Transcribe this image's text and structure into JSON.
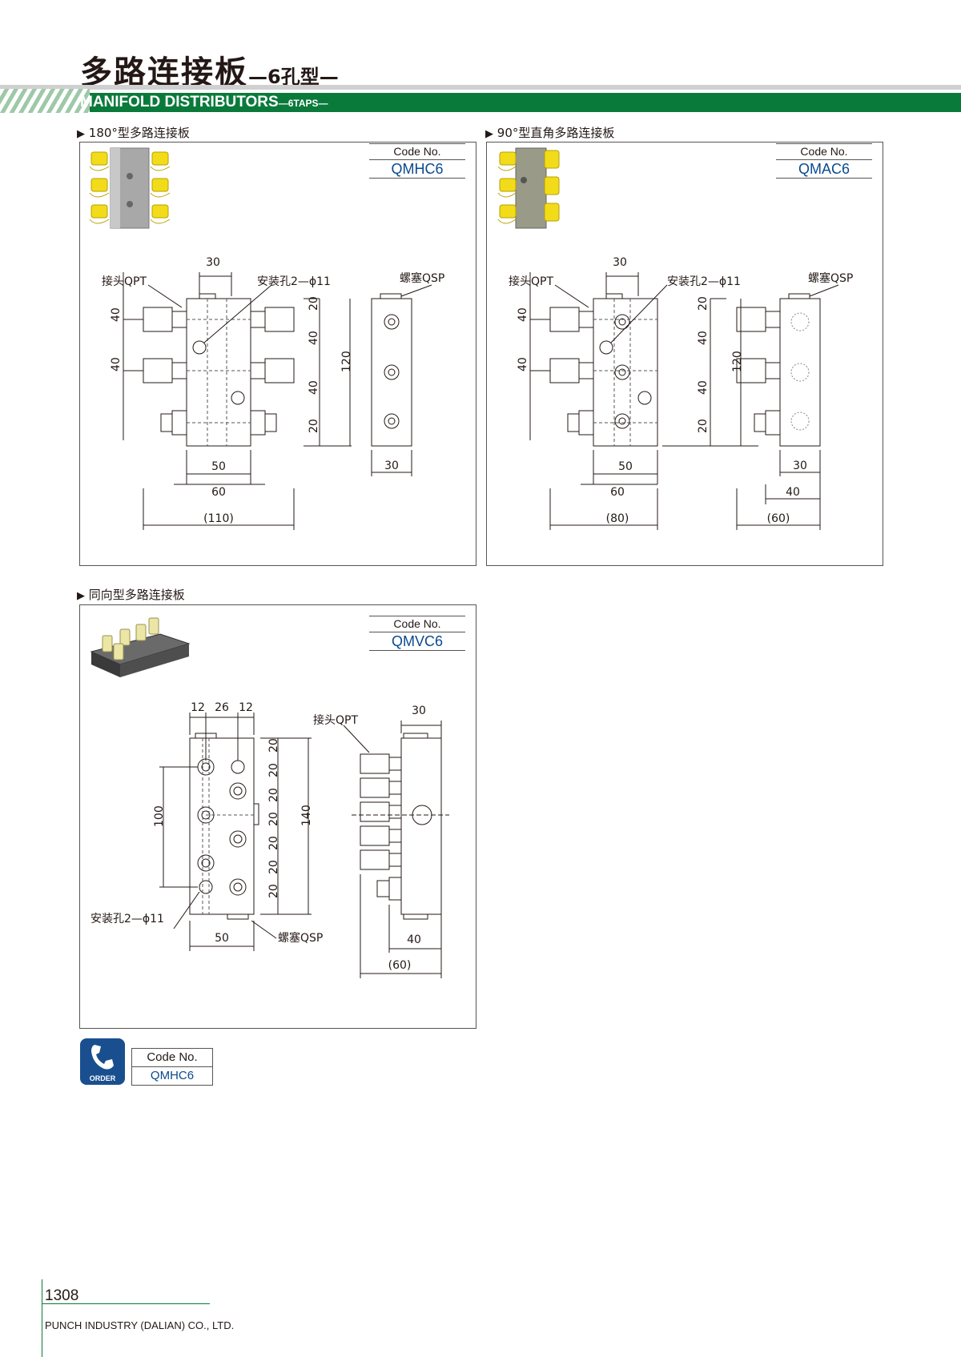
{
  "header": {
    "title_cn": "多路连接板",
    "title_cn_suffix": "—6孔型—",
    "title_en": "MANIFOLD DISTRIBUTORS",
    "title_en_suffix": "—6TAPS—"
  },
  "code_label": "Code No.",
  "sections": {
    "s180": {
      "label": "180°型多路连接板",
      "code": "QMHC6",
      "callouts": {
        "qpt": "接头QPT",
        "hole": "安装孔2—ϕ11",
        "qsp": "螺塞QSP"
      },
      "dims": {
        "top_width": "30",
        "pitch_a": "40",
        "pitch_b": "40",
        "right_col": [
          "20",
          "40",
          "40",
          "20"
        ],
        "height": "120",
        "body_width": "50",
        "fit_width": "60",
        "overall": "(110)",
        "side_width": "30"
      }
    },
    "s90": {
      "label": "90°型直角多路连接板",
      "code": "QMAC6",
      "callouts": {
        "qpt": "接头QPT",
        "hole": "安装孔2—ϕ11",
        "qsp": "螺塞QSP"
      },
      "dims": {
        "top_width": "30",
        "pitch_a": "40",
        "pitch_b": "40",
        "right_col": [
          "20",
          "40",
          "40",
          "20"
        ],
        "height": "120",
        "body_width": "50",
        "fit_width": "60",
        "overall": "(80)",
        "side_width": "30",
        "side_fit": "40",
        "side_overall": "(60)"
      }
    },
    "same": {
      "label": "同向型多路连接板",
      "code": "QMVC6",
      "callouts": {
        "qpt": "接头QPT",
        "hole": "安装孔2—ϕ11",
        "qsp": "螺塞QSP"
      },
      "dims": {
        "top": [
          "12",
          "26",
          "12"
        ],
        "left": "100",
        "pitch": [
          "20",
          "20",
          "20",
          "20",
          "20",
          "20",
          "20"
        ],
        "height": "140",
        "body_width": "50",
        "side_top": "30",
        "side_fit": "40",
        "side_overall": "(60)"
      }
    }
  },
  "order": {
    "icon_label": "ORDER",
    "label": "Code No.",
    "code": "QMHC6"
  },
  "footer": {
    "page_number": "1308",
    "company": "PUNCH INDUSTRY (DALIAN) CO., LTD."
  }
}
